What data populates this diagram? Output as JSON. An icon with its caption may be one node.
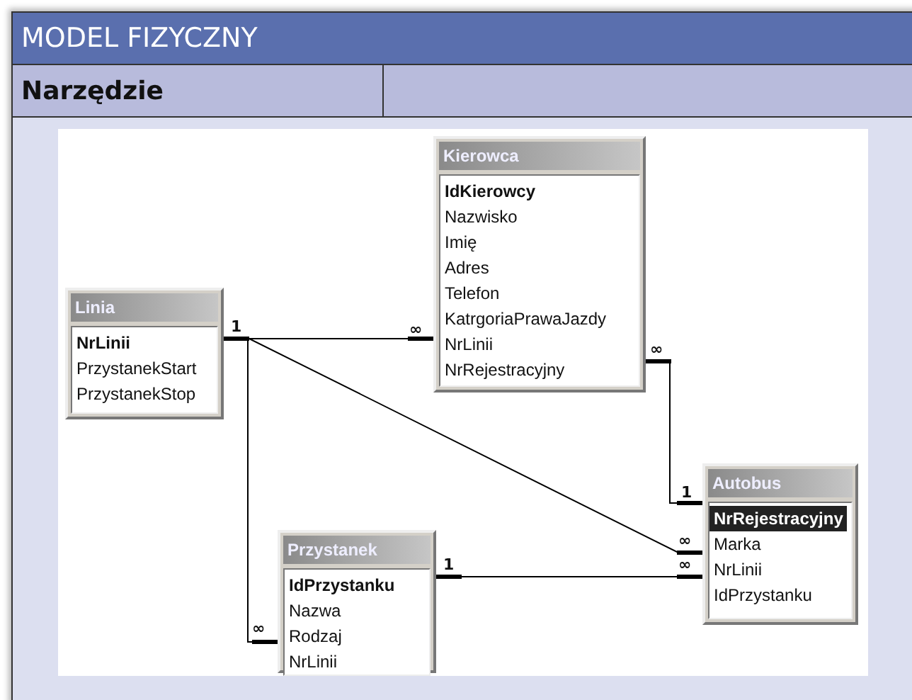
{
  "diagram": {
    "title": "MODEL FIZYCZNY",
    "nodes": [
      {
        "text": [
          "Linia",
          "NrLinii",
          "PrzystanekStart",
          "PrzystanekStop"
        ]
      },
      {
        "text": [
          "Kierowca",
          "IdKierowcy",
          "Nazwisko",
          "Imię",
          "Adres",
          "Telefon",
          "KatrgoriaPrawaJazdy",
          "NrLinii",
          "NrRejestracyjny"
        ]
      },
      {
        "text": [
          "Autobus",
          "NrRejestracyjny",
          "Marka",
          "NrLinii",
          "IdPrzystanku"
        ]
      },
      {
        "text": [
          "Przystanek",
          "IdPrzystanku",
          "Nazwa",
          "Rodzaj",
          "NrLinii"
        ]
      }
    ],
    "edges": [
      {
        "from": 0,
        "to": 1,
        "arrow": "other"
      },
      {
        "from": 0,
        "to": 2,
        "arrow": "other"
      },
      {
        "from": 0,
        "to": 3,
        "arrow": "other"
      },
      {
        "from": 1,
        "to": 2,
        "arrow": "other"
      },
      {
        "from": 3,
        "to": 2,
        "arrow": "other"
      }
    ],
    "labels": [
      "Narzędzie",
      "1",
      "∞",
      "∞",
      "1",
      "∞",
      "1",
      "∞",
      "∞"
    ]
  }
}
